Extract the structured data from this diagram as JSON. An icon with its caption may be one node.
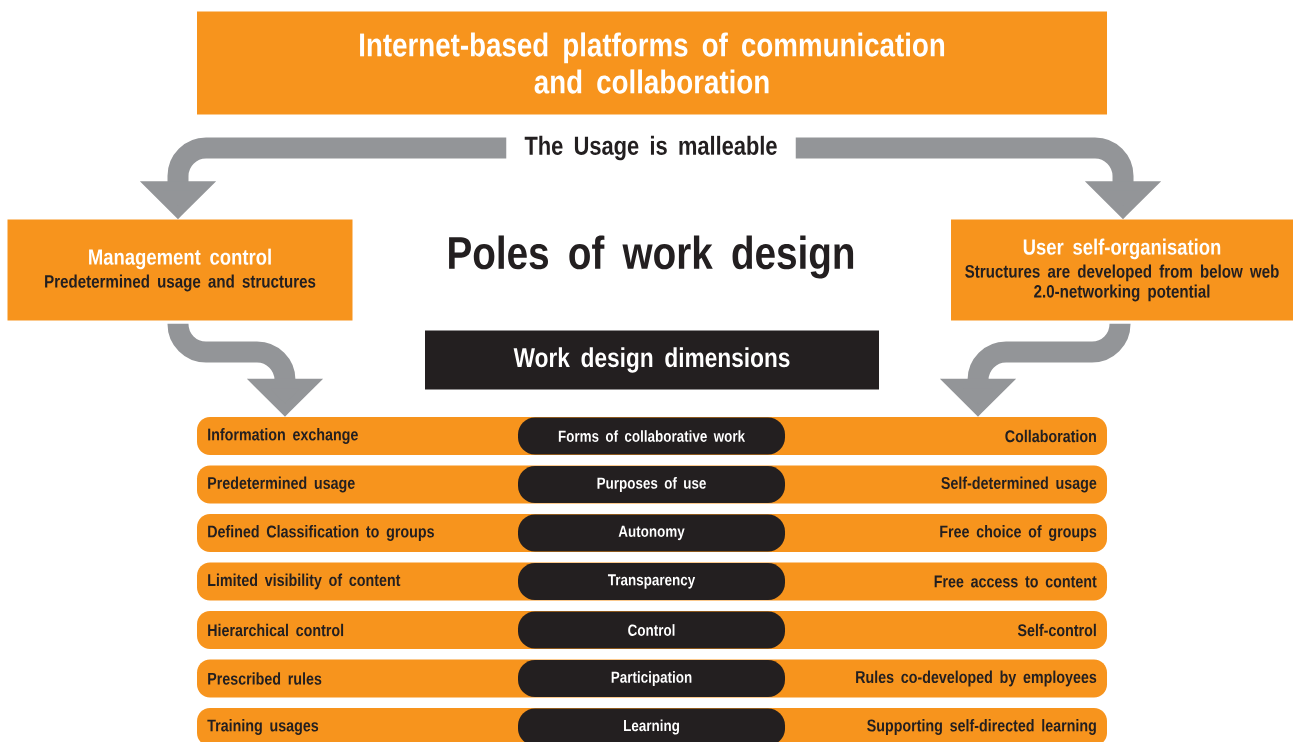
{
  "diagram": {
    "title": "Poles of work design",
    "nodes": [
      {
        "text": [
          "Internet-based platforms of communication and collaboration"
        ]
      },
      {
        "text": [
          "The Usage is malleable"
        ]
      },
      {
        "text": [
          "Management control",
          "Predetermined usage and structures"
        ]
      },
      {
        "text": [
          "User self-organisation",
          "Structures are developed from below web 2.0-networking potential"
        ]
      },
      {
        "text": [
          "Work design dimensions"
        ]
      },
      {
        "text": [
          "Information exchange",
          "Collaboration"
        ]
      },
      {
        "text": [
          "Forms of collaborative work"
        ],
        "in": 5
      },
      {
        "text": [
          "Predetermined usage",
          "Self-determined usage"
        ]
      },
      {
        "text": [
          "Purposes of use"
        ],
        "in": 7
      },
      {
        "text": [
          "Defined Classification to groups",
          "Free choice of groups"
        ]
      },
      {
        "text": [
          "Autonomy"
        ],
        "in": 9
      },
      {
        "text": [
          "Limited visibility of content",
          "Free access to content"
        ]
      },
      {
        "text": [
          "Transparency"
        ],
        "in": 11
      },
      {
        "text": [
          "Hierarchical control",
          "Self-control"
        ]
      },
      {
        "text": [
          "Control"
        ],
        "in": 13
      },
      {
        "text": [
          "Prescribed rules",
          "Rules co-developed by employees"
        ]
      },
      {
        "text": [
          "Participation"
        ],
        "in": 15
      },
      {
        "text": [
          "Training usages",
          "Supporting self-directed learning"
        ]
      },
      {
        "text": [
          "Learning"
        ],
        "in": 17
      }
    ],
    "edges": [
      {
        "from": 1,
        "to": 2,
        "arrow": "to"
      },
      {
        "from": 1,
        "to": 3,
        "arrow": "to"
      },
      {
        "from": 2,
        "to": 5,
        "arrow": "to"
      },
      {
        "from": 3,
        "to": 5,
        "arrow": "to"
      }
    ]
  }
}
